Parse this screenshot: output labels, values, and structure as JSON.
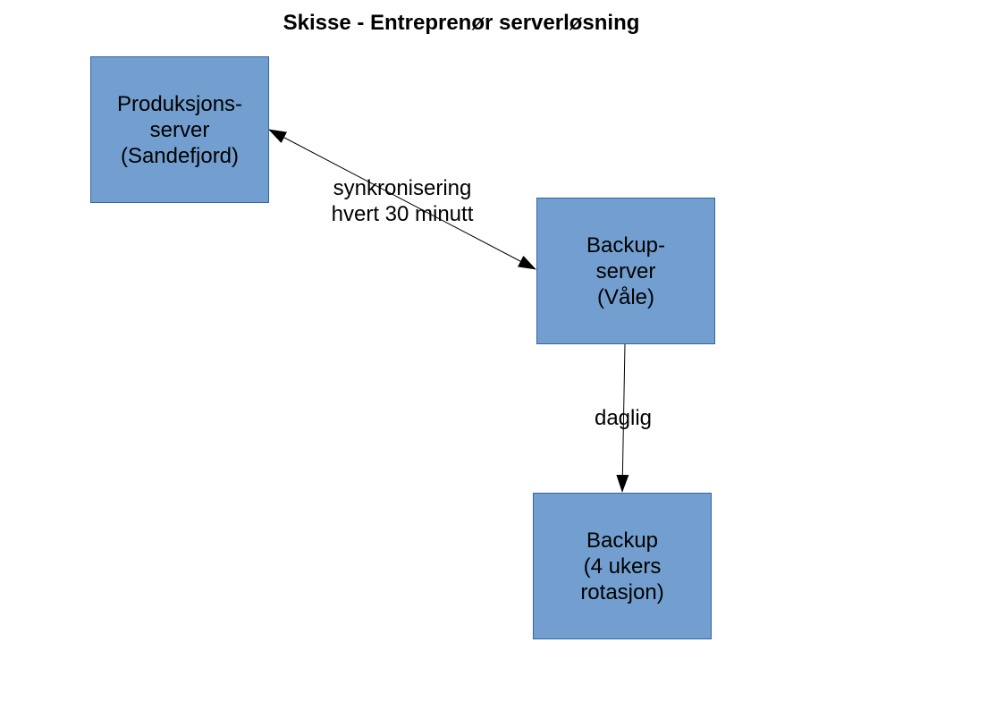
{
  "title": "Skisse - Entreprenør serverløsning",
  "colors": {
    "node_fill": "#729fcf",
    "node_border": "#3465a4",
    "edge": "#000000"
  },
  "nodes": [
    {
      "id": "prod",
      "label": "Produksjons-\nserver\n(Sandefjord)"
    },
    {
      "id": "backupserver",
      "label": "Backup-\nserver\n(Våle)"
    },
    {
      "id": "backup",
      "label": "Backup\n(4 ukers\nrotasjon)"
    }
  ],
  "edges": [
    {
      "from": "prod",
      "to": "backupserver",
      "bidirectional": true,
      "label": "synkronisering\nhvert 30 minutt"
    },
    {
      "from": "backupserver",
      "to": "backup",
      "bidirectional": false,
      "label": "daglig"
    }
  ]
}
